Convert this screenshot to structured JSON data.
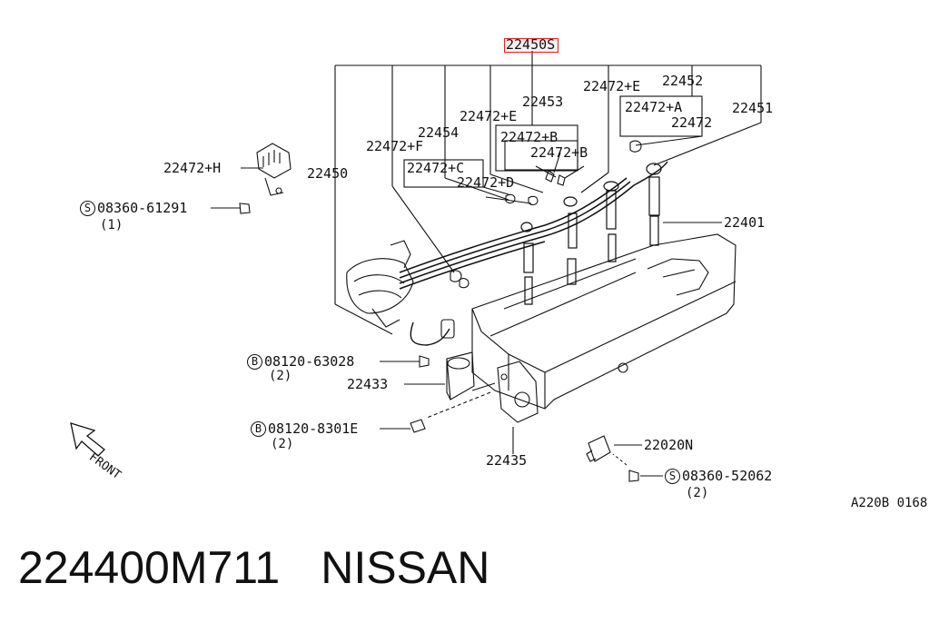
{
  "diagram": {
    "title_part": "22450S",
    "drawing_ref": "A220B 0168",
    "front_label": "FRONT",
    "labels": {
      "p22450": "22450",
      "p22451": "22451",
      "p22452": "22452",
      "p22453": "22453",
      "p22454": "22454",
      "p22472": "22472",
      "p22472A": "22472+A",
      "p22472B1": "22472+B",
      "p22472B2": "22472+B",
      "p22472C": "22472+C",
      "p22472D": "22472+D",
      "p22472E1": "22472+E",
      "p22472E2": "22472+E",
      "p22472F": "22472+F",
      "p22472H": "22472+H",
      "p22401": "22401",
      "p22433": "22433",
      "p22435": "22435",
      "p22020N": "22020N"
    },
    "fasteners": [
      {
        "prefix": "S",
        "part": "08360-61291",
        "qty": "(1)"
      },
      {
        "prefix": "B",
        "part": "08120-63028",
        "qty": "(2)"
      },
      {
        "prefix": "B",
        "part": "08120-8301E",
        "qty": "(2)"
      },
      {
        "prefix": "S",
        "part": "08360-52062",
        "qty": "(2)"
      }
    ]
  },
  "caption": {
    "part_number": "224400M711",
    "brand": "NISSAN"
  }
}
